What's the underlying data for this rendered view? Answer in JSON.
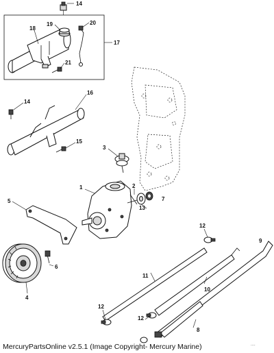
{
  "caption": "MercuryPartsOnline v2.5.1 (Image Copyright- Mercury Marine)",
  "figure_number_fragment": "....",
  "callouts": [
    "14",
    "19",
    "20",
    "18",
    "17",
    "21",
    "16",
    "14",
    "15",
    "3",
    "1",
    "2",
    "7",
    "13",
    "5",
    "12",
    "6",
    "4",
    "11",
    "10",
    "9",
    "12",
    "12",
    "8"
  ]
}
